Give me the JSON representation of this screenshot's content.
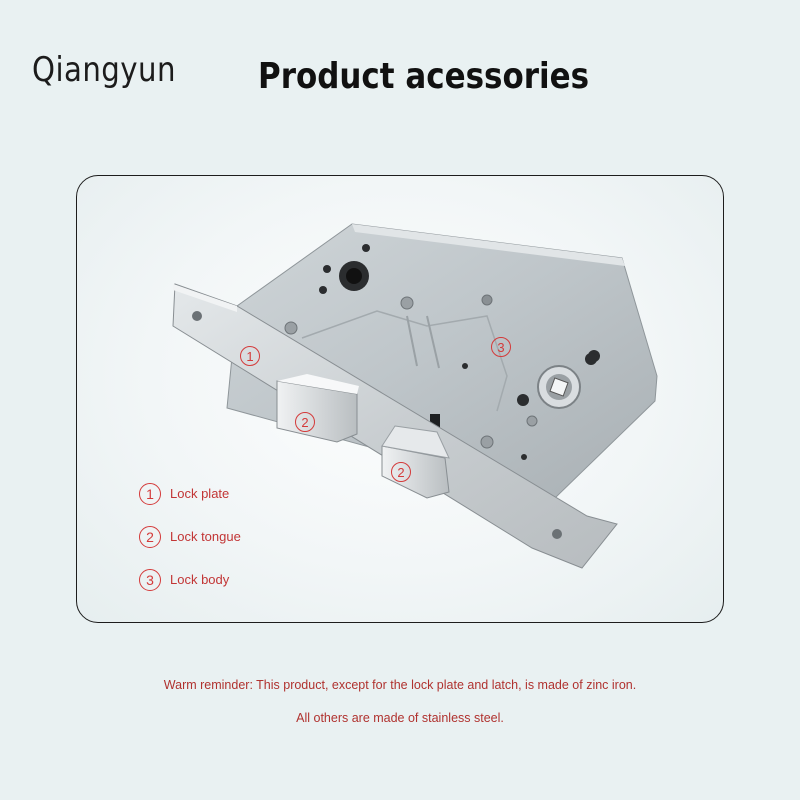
{
  "header": {
    "brand": "Qiangyun",
    "title": "Product acessories"
  },
  "markers": {
    "plate": "1",
    "tongue_a": "2",
    "tongue_b": "2",
    "body": "3"
  },
  "legend": [
    {
      "number": "1",
      "label": "Lock plate"
    },
    {
      "number": "2",
      "label": "Lock tongue"
    },
    {
      "number": "3",
      "label": "Lock body"
    }
  ],
  "reminder": {
    "line1": "Warm reminder: This product, except for the lock plate and latch, is made of zinc iron.",
    "line2": "All others are made of stainless steel."
  },
  "colors": {
    "accent": "#d43a3a",
    "background": "#e9f1f2",
    "text": "#1c1c1c"
  }
}
